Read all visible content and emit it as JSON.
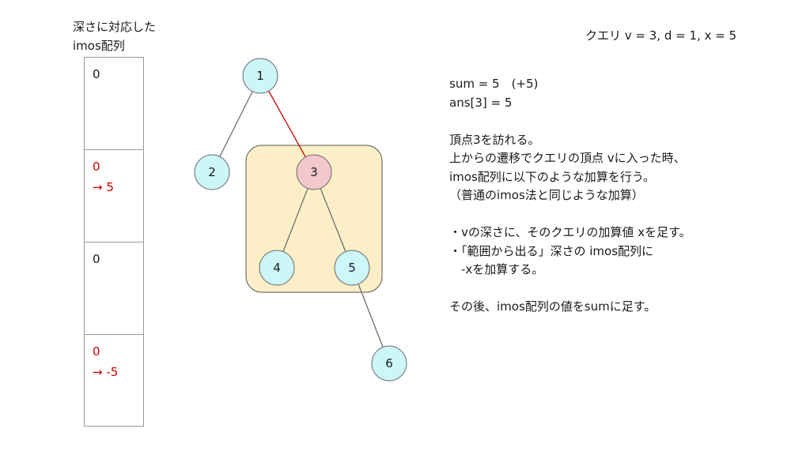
{
  "array_panel": {
    "title_line1": "深さに対応した",
    "title_line2": "imos配列",
    "cells": [
      {
        "value": "0",
        "new_value": "",
        "highlight": false
      },
      {
        "value": "0",
        "new_value": "→ 5",
        "highlight": true
      },
      {
        "value": "0",
        "new_value": "",
        "highlight": false
      },
      {
        "value": "0",
        "new_value": "→ -5",
        "highlight": true
      }
    ]
  },
  "tree": {
    "nodes": [
      {
        "id": "1",
        "label": "1",
        "active": false
      },
      {
        "id": "2",
        "label": "2",
        "active": false
      },
      {
        "id": "3",
        "label": "3",
        "active": true
      },
      {
        "id": "4",
        "label": "4",
        "active": false
      },
      {
        "id": "5",
        "label": "5",
        "active": false
      },
      {
        "id": "6",
        "label": "6",
        "active": false
      }
    ],
    "edges": [
      {
        "from": "1",
        "to": "2",
        "highlight": false
      },
      {
        "from": "1",
        "to": "3",
        "highlight": true
      },
      {
        "from": "3",
        "to": "4",
        "highlight": false
      },
      {
        "from": "3",
        "to": "5",
        "highlight": false
      },
      {
        "from": "5",
        "to": "6",
        "highlight": false
      }
    ],
    "colors": {
      "node_fill": "#ccf6f8",
      "node_active_fill": "#f4c7cc",
      "node_stroke": "#6e6e6e",
      "edge": "#6e6e6e",
      "edge_highlight": "#cc0000",
      "subtree_fill": "#fcefc7",
      "subtree_stroke": "#555555"
    }
  },
  "query": "クエリ v = 3, d = 1, x = 5",
  "explanation_lines": [
    "sum = 5　(+5)",
    "ans[3] = 5",
    "",
    "頂点3を訪れる。",
    "上からの遷移でクエリの頂点 vに入った時、",
    "imos配列に以下のような加算を行う。",
    "（普通のimos法と同じような加算）",
    "",
    "・vの深さに、そのクエリの加算値 xを足す。",
    "・「範囲から出る」深さの imos配列に",
    "　-xを加算する。",
    "",
    "その後、imos配列の値をsumに足す。"
  ]
}
